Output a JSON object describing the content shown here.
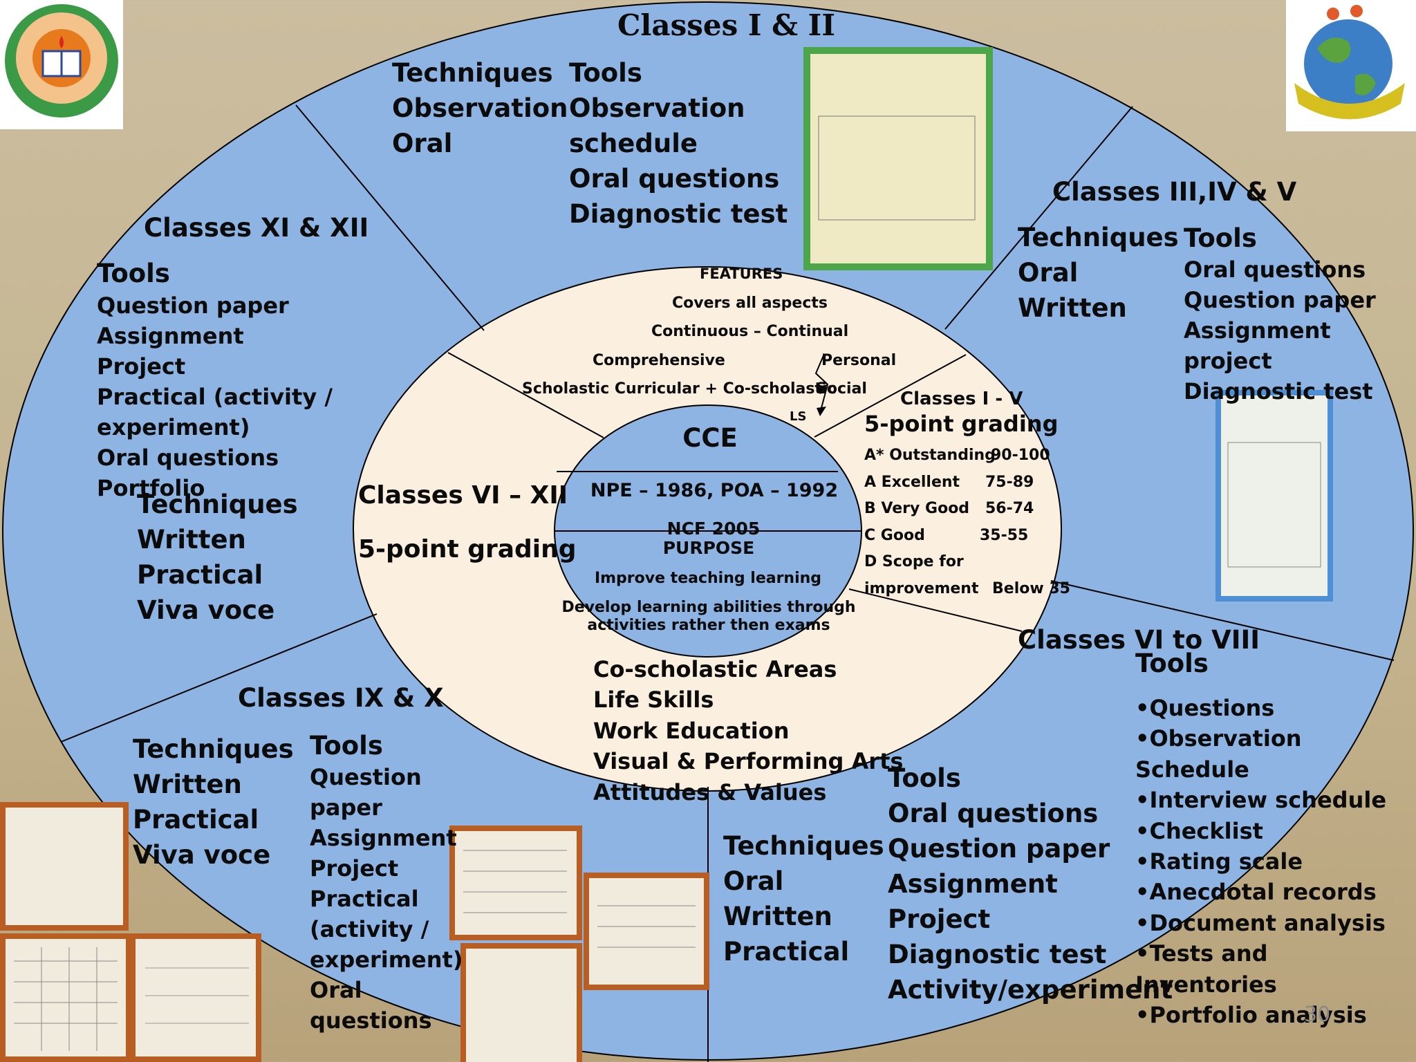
{
  "outer": {
    "classes_1_2": {
      "title": "Classes I & II",
      "techniques": [
        "Techniques",
        "Observation",
        "Oral"
      ],
      "tools": [
        "Tools",
        "Observation",
        "schedule",
        "Oral questions",
        "Diagnostic test"
      ]
    },
    "classes_3_5": {
      "title": "Classes III,IV & V",
      "techniques": [
        "Techniques",
        "Oral",
        "Written"
      ],
      "tools": [
        "Tools",
        "Oral questions",
        "Question paper",
        "Assignment",
        "project",
        "Diagnostic test"
      ]
    },
    "classes_11_12": {
      "title": "Classes XI & XII",
      "tools": [
        "Tools",
        "Question paper",
        "Assignment",
        "Project",
        "Practical (activity /",
        "experiment)",
        "Oral questions",
        "Portfolio"
      ],
      "techniques": [
        "Techniques",
        "Written",
        "Practical",
        "Viva voce"
      ]
    },
    "classes_9_10": {
      "title": "Classes IX & X",
      "techniques": [
        "Techniques",
        "Written",
        "Practical",
        "Viva voce"
      ],
      "tools": [
        "Tools",
        "Question",
        "paper",
        "Assignment",
        "Project",
        "Practical",
        "(activity /",
        "experiment)",
        "Oral",
        "questions"
      ]
    },
    "classes_6_8": {
      "title": "Classes VI to VIII",
      "techniques": [
        "Techniques",
        "Oral",
        "Written",
        "Practical"
      ],
      "tools": [
        "Tools",
        "Oral questions",
        "Question paper",
        "Assignment",
        "Project",
        "Diagnostic test",
        "Activity/experiment"
      ],
      "tools_list_heading": "Tools",
      "tools_list": [
        "•Questions",
        "•Observation",
        "Schedule",
        "•Interview schedule",
        "•Checklist",
        "•Rating scale",
        "•Anecdotal records",
        "•Document analysis",
        "•Tests and",
        "Inventories",
        "•Portfolio analysis"
      ]
    }
  },
  "middle": {
    "features": {
      "heading": "FEATURES",
      "lines": [
        "Covers all aspects",
        "Continuous – Continual",
        "Comprehensive",
        "Scholastic Curricular + Co-scholastic"
      ],
      "personal": "Personal",
      "social": "Social",
      "ls": "LS"
    },
    "classes_1_5": {
      "title": "Classes I - V",
      "grading_title": "5-point grading",
      "grades": [
        {
          "grade": "A* Outstanding",
          "range": "90-100"
        },
        {
          "grade": "A Excellent",
          "range": "75-89"
        },
        {
          "grade": "B Very Good",
          "range": "56-74"
        },
        {
          "grade": "C Good",
          "range": "35-55"
        },
        {
          "grade": "D Scope  for",
          "range": ""
        },
        {
          "grade": "improvement",
          "range": "Below 35"
        }
      ]
    },
    "classes_6_12": {
      "title": "Classes VI – XII",
      "grading": "5-point grading"
    },
    "coscholastic": {
      "lines": [
        "Co-scholastic Areas",
        "Life Skills",
        "Work Education",
        "Visual & Performing Arts",
        "Attitudes & Values"
      ]
    }
  },
  "core": {
    "title": "CCE",
    "policy": "NPE – 1986, POA – 1992",
    "ncf": "NCF   2005",
    "purpose_heading": "PURPOSE",
    "purpose_lines": [
      "Improve teaching learning",
      "Develop learning abilities through",
      "activities rather then exams"
    ]
  },
  "slide_number": "30",
  "colors": {
    "outer_fill": "#8eb4e3",
    "middle_fill": "#fbefe0",
    "lines": "#000000",
    "doc_frame": "#b85e23",
    "doc_frame_green": "#4ea64a"
  }
}
